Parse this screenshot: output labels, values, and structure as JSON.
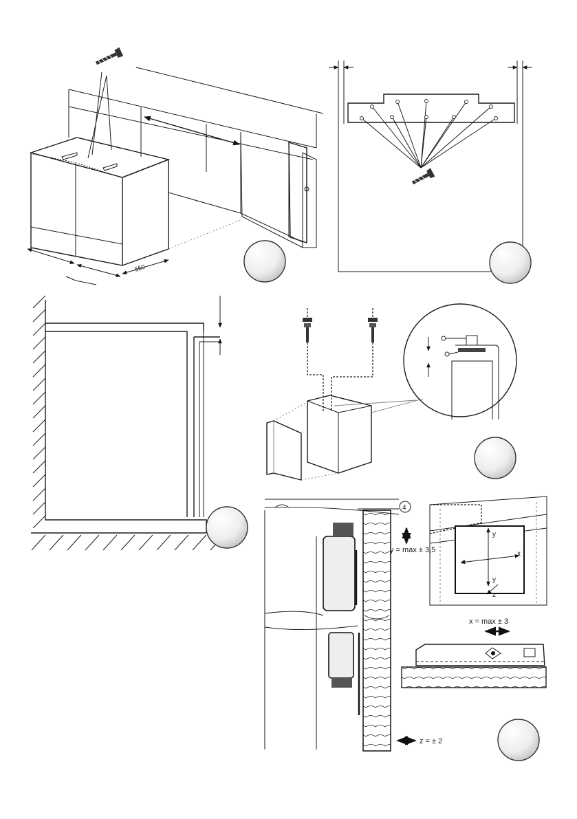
{
  "figure1": {
    "dimension_label": "550"
  },
  "figure6": {
    "detail_callout": "4",
    "y_adjust": "y = max ± 3,5",
    "x_adjust": "x = max ± 3",
    "z_adjust": "z = ± 2",
    "axis_y": "y",
    "axis_x": "x",
    "axis_z": "z"
  }
}
